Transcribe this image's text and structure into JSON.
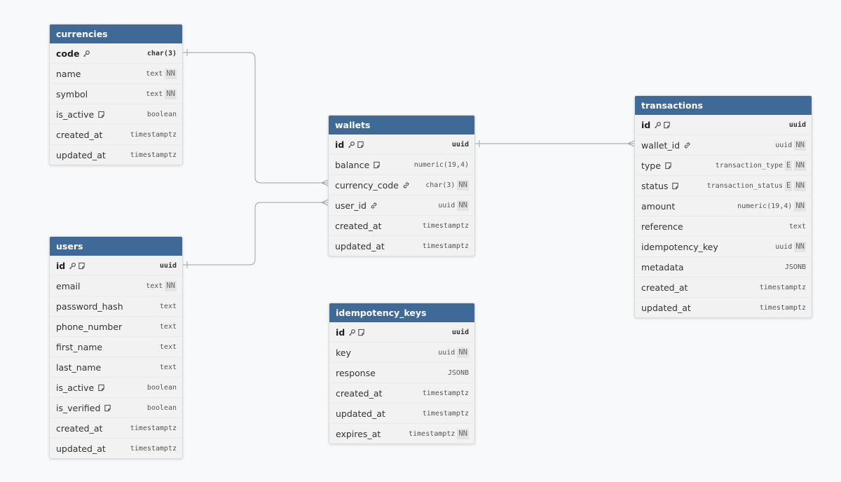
{
  "tables": [
    {
      "id": "currencies",
      "title": "currencies",
      "columns": [
        {
          "name": "code",
          "type": "char(3)",
          "pk": true,
          "icons": [
            "key-icon"
          ],
          "badges": []
        },
        {
          "name": "name",
          "type": "text",
          "pk": false,
          "icons": [],
          "badges": [
            "NN"
          ]
        },
        {
          "name": "symbol",
          "type": "text",
          "pk": false,
          "icons": [],
          "badges": [
            "NN"
          ]
        },
        {
          "name": "is_active",
          "type": "boolean",
          "pk": false,
          "icons": [
            "note-icon"
          ],
          "badges": []
        },
        {
          "name": "created_at",
          "type": "timestamptz",
          "pk": false,
          "icons": [],
          "badges": []
        },
        {
          "name": "updated_at",
          "type": "timestamptz",
          "pk": false,
          "icons": [],
          "badges": []
        }
      ]
    },
    {
      "id": "users",
      "title": "users",
      "columns": [
        {
          "name": "id",
          "type": "uuid",
          "pk": true,
          "icons": [
            "key-icon",
            "note-icon"
          ],
          "badges": []
        },
        {
          "name": "email",
          "type": "text",
          "pk": false,
          "icons": [],
          "badges": [
            "NN"
          ]
        },
        {
          "name": "password_hash",
          "type": "text",
          "pk": false,
          "icons": [],
          "badges": []
        },
        {
          "name": "phone_number",
          "type": "text",
          "pk": false,
          "icons": [],
          "badges": []
        },
        {
          "name": "first_name",
          "type": "text",
          "pk": false,
          "icons": [],
          "badges": []
        },
        {
          "name": "last_name",
          "type": "text",
          "pk": false,
          "icons": [],
          "badges": []
        },
        {
          "name": "is_active",
          "type": "boolean",
          "pk": false,
          "icons": [
            "note-icon"
          ],
          "badges": []
        },
        {
          "name": "is_verified",
          "type": "boolean",
          "pk": false,
          "icons": [
            "note-icon"
          ],
          "badges": []
        },
        {
          "name": "created_at",
          "type": "timestamptz",
          "pk": false,
          "icons": [],
          "badges": []
        },
        {
          "name": "updated_at",
          "type": "timestamptz",
          "pk": false,
          "icons": [],
          "badges": []
        }
      ]
    },
    {
      "id": "wallets",
      "title": "wallets",
      "columns": [
        {
          "name": "id",
          "type": "uuid",
          "pk": true,
          "icons": [
            "key-icon",
            "note-icon"
          ],
          "badges": []
        },
        {
          "name": "balance",
          "type": "numeric(19,4)",
          "pk": false,
          "icons": [
            "note-icon"
          ],
          "badges": []
        },
        {
          "name": "currency_code",
          "type": "char(3)",
          "pk": false,
          "icons": [
            "link-icon"
          ],
          "badges": [
            "NN"
          ]
        },
        {
          "name": "user_id",
          "type": "uuid",
          "pk": false,
          "icons": [
            "link-icon"
          ],
          "badges": [
            "NN"
          ]
        },
        {
          "name": "created_at",
          "type": "timestamptz",
          "pk": false,
          "icons": [],
          "badges": []
        },
        {
          "name": "updated_at",
          "type": "timestamptz",
          "pk": false,
          "icons": [],
          "badges": []
        }
      ]
    },
    {
      "id": "idempotency_keys",
      "title": "idempotency_keys",
      "columns": [
        {
          "name": "id",
          "type": "uuid",
          "pk": true,
          "icons": [
            "key-icon",
            "note-icon"
          ],
          "badges": []
        },
        {
          "name": "key",
          "type": "uuid",
          "pk": false,
          "icons": [],
          "badges": [
            "NN"
          ]
        },
        {
          "name": "response",
          "type": "JSONB",
          "pk": false,
          "icons": [],
          "badges": []
        },
        {
          "name": "created_at",
          "type": "timestamptz",
          "pk": false,
          "icons": [],
          "badges": []
        },
        {
          "name": "updated_at",
          "type": "timestamptz",
          "pk": false,
          "icons": [],
          "badges": []
        },
        {
          "name": "expires_at",
          "type": "timestamptz",
          "pk": false,
          "icons": [],
          "badges": [
            "NN"
          ]
        }
      ]
    },
    {
      "id": "transactions",
      "title": "transactions",
      "columns": [
        {
          "name": "id",
          "type": "uuid",
          "pk": true,
          "icons": [
            "key-icon",
            "note-icon"
          ],
          "badges": []
        },
        {
          "name": "wallet_id",
          "type": "uuid",
          "pk": false,
          "icons": [
            "link-icon"
          ],
          "badges": [
            "NN"
          ]
        },
        {
          "name": "type",
          "type": "transaction_type",
          "pk": false,
          "icons": [
            "note-icon"
          ],
          "badges": [
            "E",
            "NN"
          ]
        },
        {
          "name": "status",
          "type": "transaction_status",
          "pk": false,
          "icons": [
            "note-icon"
          ],
          "badges": [
            "E",
            "NN"
          ]
        },
        {
          "name": "amount",
          "type": "numeric(19,4)",
          "pk": false,
          "icons": [],
          "badges": [
            "NN"
          ]
        },
        {
          "name": "reference",
          "type": "text",
          "pk": false,
          "icons": [],
          "badges": []
        },
        {
          "name": "idempotency_key",
          "type": "uuid",
          "pk": false,
          "icons": [],
          "badges": [
            "NN"
          ]
        },
        {
          "name": "metadata",
          "type": "JSONB",
          "pk": false,
          "icons": [],
          "badges": []
        },
        {
          "name": "created_at",
          "type": "timestamptz",
          "pk": false,
          "icons": [],
          "badges": []
        },
        {
          "name": "updated_at",
          "type": "timestamptz",
          "pk": false,
          "icons": [],
          "badges": []
        }
      ]
    }
  ],
  "relationships": [
    {
      "from_table": "currencies",
      "from_column": "code",
      "to_table": "wallets",
      "to_column": "currency_code",
      "cardinality": "one-to-many"
    },
    {
      "from_table": "users",
      "from_column": "id",
      "to_table": "wallets",
      "to_column": "user_id",
      "cardinality": "one-to-many"
    },
    {
      "from_table": "wallets",
      "from_column": "id",
      "to_table": "transactions",
      "to_column": "wallet_id",
      "cardinality": "one-to-many"
    }
  ],
  "colors": {
    "header_bg": "#3f6996",
    "header_text": "#ffffff",
    "body_bg": "#f2f2f2",
    "edge": "#9aa0a6"
  }
}
